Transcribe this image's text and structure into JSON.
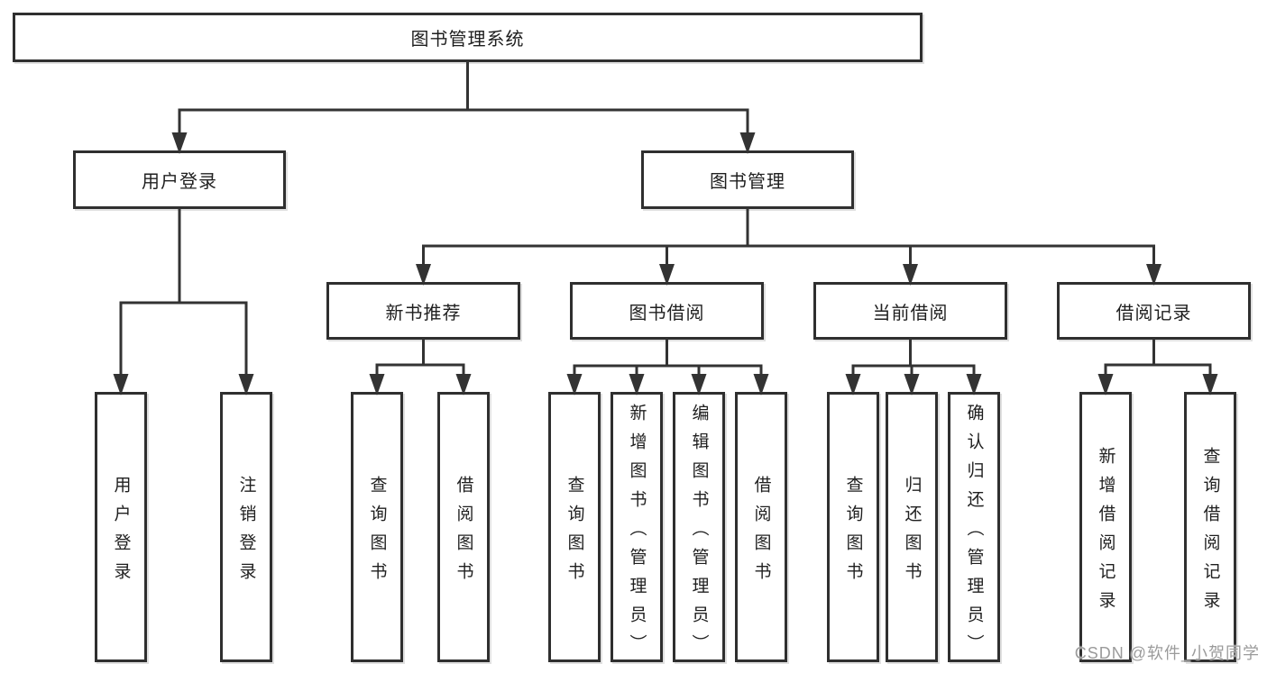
{
  "diagram": {
    "title": "图书管理系统",
    "watermark": "CSDN @软件_小贺同学",
    "colors": {
      "line": "#333333",
      "box_border": "#2f2f2f",
      "box_fill": "#ffffff",
      "text": "#1f1f1f",
      "background": "#ffffff",
      "watermark": "#9b9b9b"
    },
    "nodes": [
      {
        "id": "root",
        "label": "图书管理系统",
        "parent": null,
        "text_direction": "horizontal"
      },
      {
        "id": "user-login",
        "label": "用户登录",
        "parent": "root",
        "text_direction": "horizontal"
      },
      {
        "id": "book-management",
        "label": "图书管理",
        "parent": "root",
        "text_direction": "horizontal"
      },
      {
        "id": "login",
        "label": "用户登录",
        "parent": "user-login",
        "text_direction": "vertical"
      },
      {
        "id": "logout",
        "label": "注销登录",
        "parent": "user-login",
        "text_direction": "vertical"
      },
      {
        "id": "new-book-recommend",
        "label": "新书推荐",
        "parent": "book-management",
        "text_direction": "horizontal"
      },
      {
        "id": "book-borrow",
        "label": "图书借阅",
        "parent": "book-management",
        "text_direction": "horizontal"
      },
      {
        "id": "current-borrow",
        "label": "当前借阅",
        "parent": "book-management",
        "text_direction": "horizontal"
      },
      {
        "id": "borrow-records",
        "label": "借阅记录",
        "parent": "book-management",
        "text_direction": "horizontal"
      },
      {
        "id": "recommend-query-books",
        "label": "查询图书",
        "parent": "new-book-recommend",
        "text_direction": "vertical"
      },
      {
        "id": "recommend-borrow-books",
        "label": "借阅图书",
        "parent": "new-book-recommend",
        "text_direction": "vertical"
      },
      {
        "id": "borrow-query-books",
        "label": "查询图书",
        "parent": "book-borrow",
        "text_direction": "vertical"
      },
      {
        "id": "borrow-add-books",
        "label": "新增图书（管理员）",
        "parent": "book-borrow",
        "text_direction": "vertical"
      },
      {
        "id": "borrow-edit-books",
        "label": "编辑图书（管理员）",
        "parent": "book-borrow",
        "text_direction": "vertical"
      },
      {
        "id": "borrow-borrow-books",
        "label": "借阅图书",
        "parent": "book-borrow",
        "text_direction": "vertical"
      },
      {
        "id": "current-query-books",
        "label": "查询图书",
        "parent": "current-borrow",
        "text_direction": "vertical"
      },
      {
        "id": "current-return-books",
        "label": "归还图书",
        "parent": "current-borrow",
        "text_direction": "vertical"
      },
      {
        "id": "current-confirm-return",
        "label": "确认归还（管理员）",
        "parent": "current-borrow",
        "text_direction": "vertical"
      },
      {
        "id": "records-add-record",
        "label": "新增借阅记录",
        "parent": "borrow-records",
        "text_direction": "vertical"
      },
      {
        "id": "records-query-record",
        "label": "查询借阅记录",
        "parent": "borrow-records",
        "text_direction": "vertical"
      }
    ]
  }
}
